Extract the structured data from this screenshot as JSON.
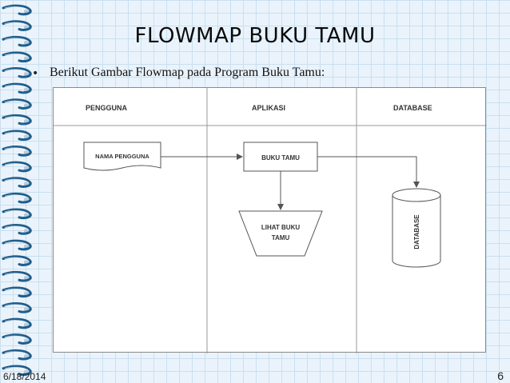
{
  "slide": {
    "title": "FLOWMAP BUKU TAMU",
    "bullet": "Berikut Gambar Flowmap pada Program Buku Tamu:",
    "date": "6/18/2014",
    "page_number": "6"
  },
  "flowmap": {
    "lanes": [
      "PENGGUNA",
      "APLIKASI",
      "DATABASE"
    ],
    "nodes": {
      "nama_pengguna": "NAMA PENGGUNA",
      "buku_tamu": "BUKU TAMU",
      "lihat_line1": "LIHAT BUKU",
      "lihat_line2": "TAMU",
      "database": "DATABASE"
    }
  },
  "colors": {
    "background": "#eaf3fb",
    "grid": "#c9dff0",
    "binding_ring": "#1f5e8c",
    "diagram_line": "#555555",
    "lane_header": "#333333"
  }
}
